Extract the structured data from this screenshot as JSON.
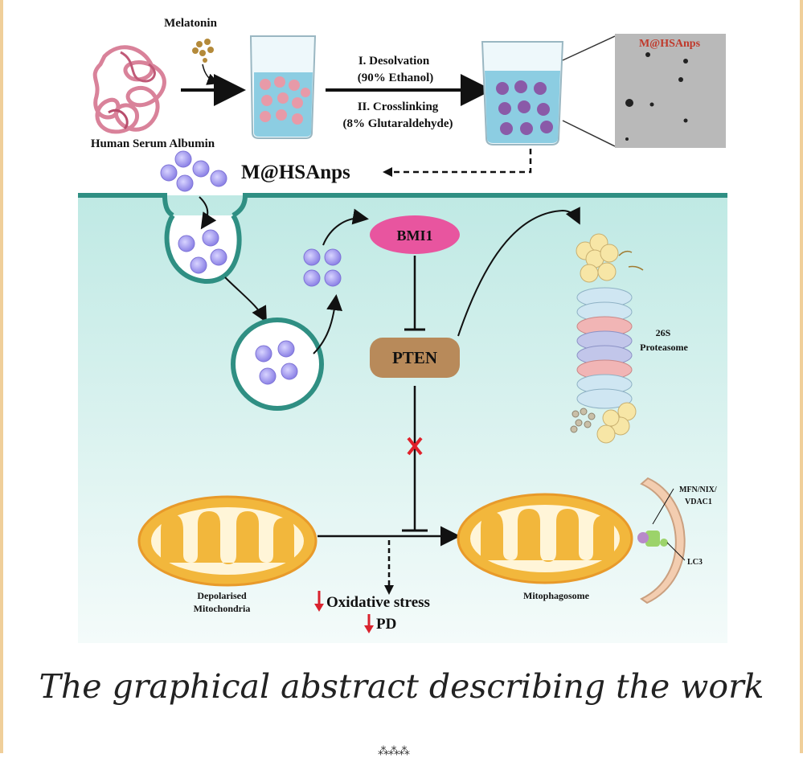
{
  "top": {
    "melatonin": "Melatonin",
    "hsa": "Human Serum Albumin",
    "step1": "I. Desolvation",
    "step1b": "(90% Ethanol)",
    "step2": "II. Crosslinking",
    "step2b": "(8% Glutaraldehyde)",
    "tem_label": "M@HSAnps",
    "product": "M@HSAnps"
  },
  "cell": {
    "bmi1": "BMI1",
    "pten": "PTEN",
    "proteasome_1": "26S",
    "proteasome_2": "Proteasome",
    "depol_1": "Depolarised",
    "depol_2": "Mitochondria",
    "mitophagosome": "Mitophagosome",
    "mfn": "MFN/NIX/",
    "vdac": "VDAC1",
    "lc3": "LC3",
    "oxidative": "Oxidative stress",
    "pd": "PD"
  },
  "caption": "The graphical abstract describing the work",
  "footer": "⁂⁂⁂",
  "colors": {
    "cell_bg": "#c4ece8",
    "membrane": "#2f8f83",
    "bmi1": "#e8559f",
    "pten": "#b88a5a",
    "mito": "#f2b73c",
    "arrow_down_red": "#d9232e"
  }
}
